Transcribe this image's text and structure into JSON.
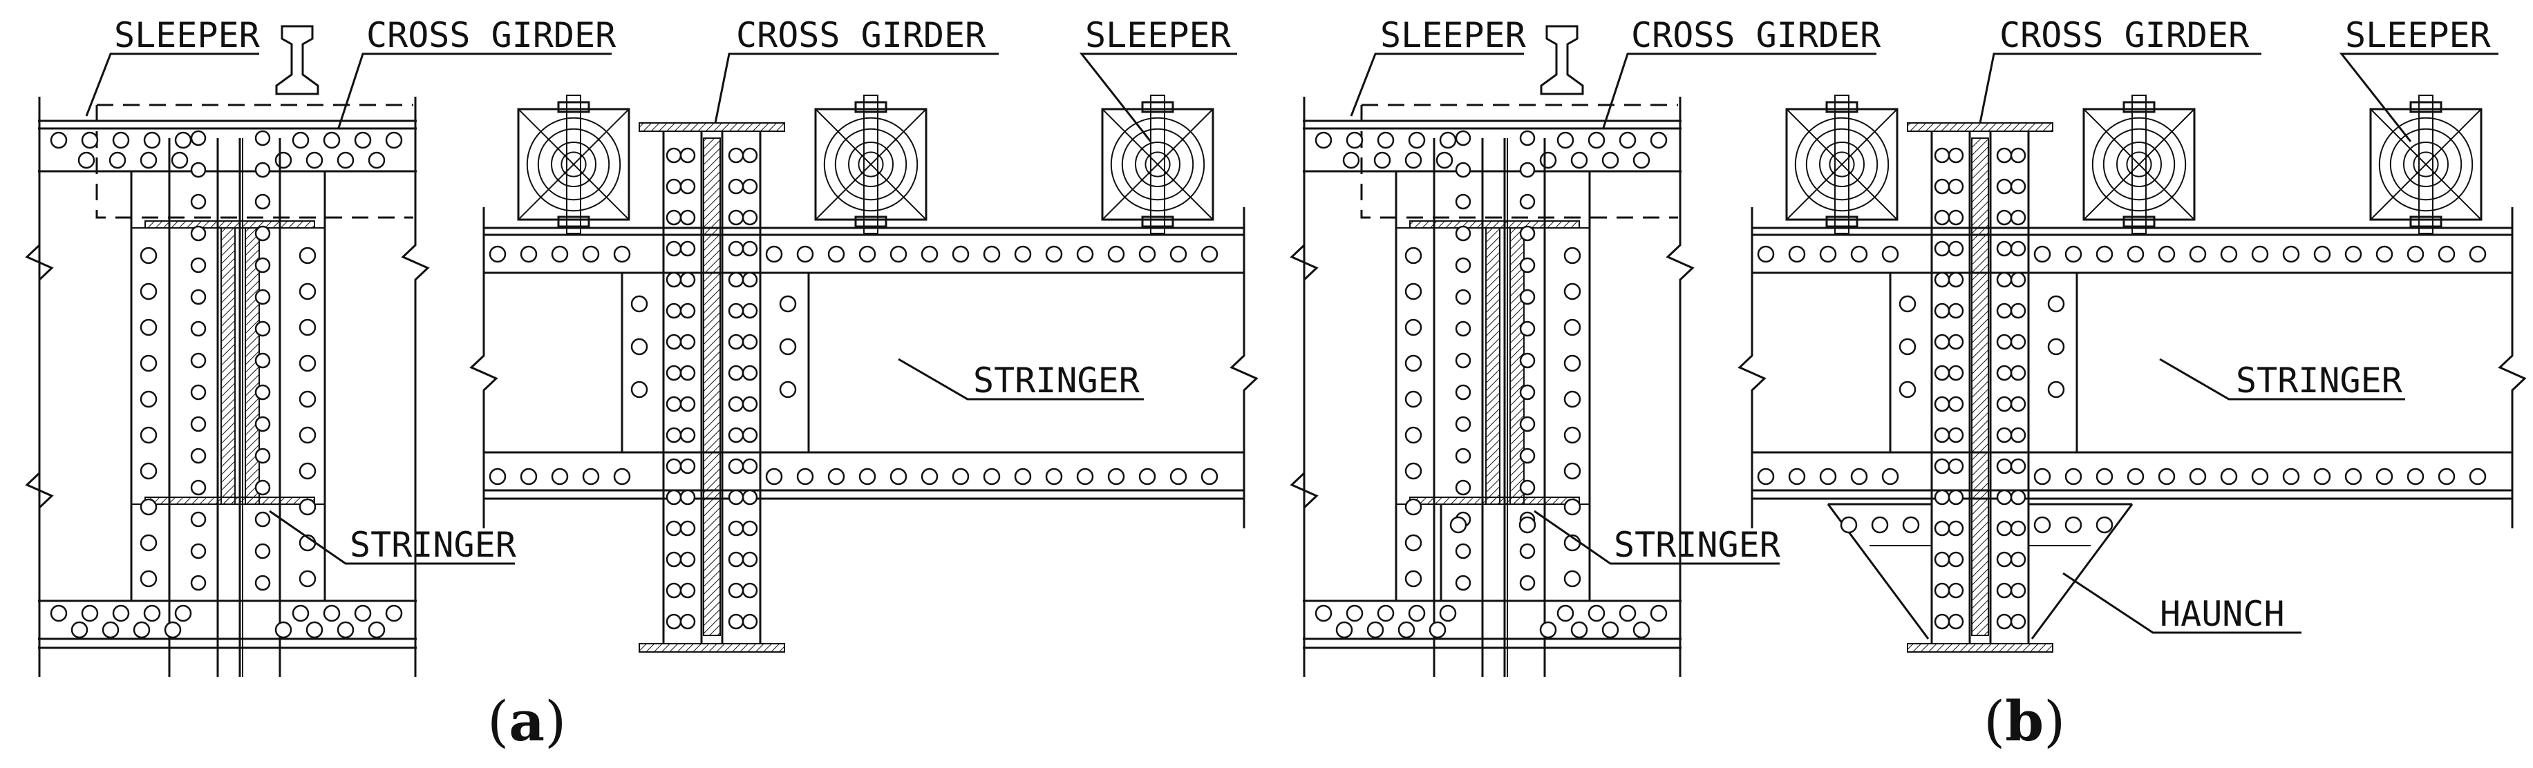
{
  "figure": {
    "panel_a": {
      "caption_open": "(",
      "caption_letter": "a",
      "caption_close": ")",
      "labels": {
        "sleeper_left": "SLEEPER",
        "cross_girder_left": "CROSS GIRDER",
        "stringer_left": "STRINGER",
        "cross_girder_right": "CROSS GIRDER",
        "sleeper_right": "SLEEPER",
        "stringer_right": "STRINGER"
      }
    },
    "panel_b": {
      "caption_open": "(",
      "caption_letter": "b",
      "caption_close": ")",
      "labels": {
        "sleeper_left": "SLEEPER",
        "cross_girder_left": "CROSS GIRDER",
        "stringer_left": "STRINGER",
        "cross_girder_right": "CROSS GIRDER",
        "sleeper_right": "SLEEPER",
        "stringer_right": "STRINGER",
        "haunch": "HAUNCH"
      }
    }
  }
}
